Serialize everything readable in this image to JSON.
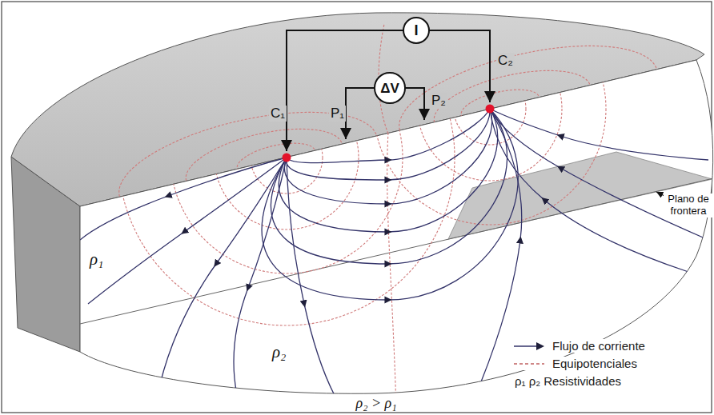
{
  "diagram": {
    "nodes": [
      {
        "text": [
          "I"
        ]
      },
      {
        "text": [
          "ΔV"
        ]
      }
    ],
    "labels": [
      "C₁",
      "C₂",
      "P₁",
      "P₂",
      "ρ₁",
      "ρ₂",
      "Plano de frontera",
      "ρ₂ > ρ₁"
    ],
    "legend": [
      {
        "text": "Flujo de corriente"
      },
      {
        "text": "Equipotenciales"
      },
      {
        "text": "ρ₁ ρ₂ Resistividades"
      }
    ]
  }
}
